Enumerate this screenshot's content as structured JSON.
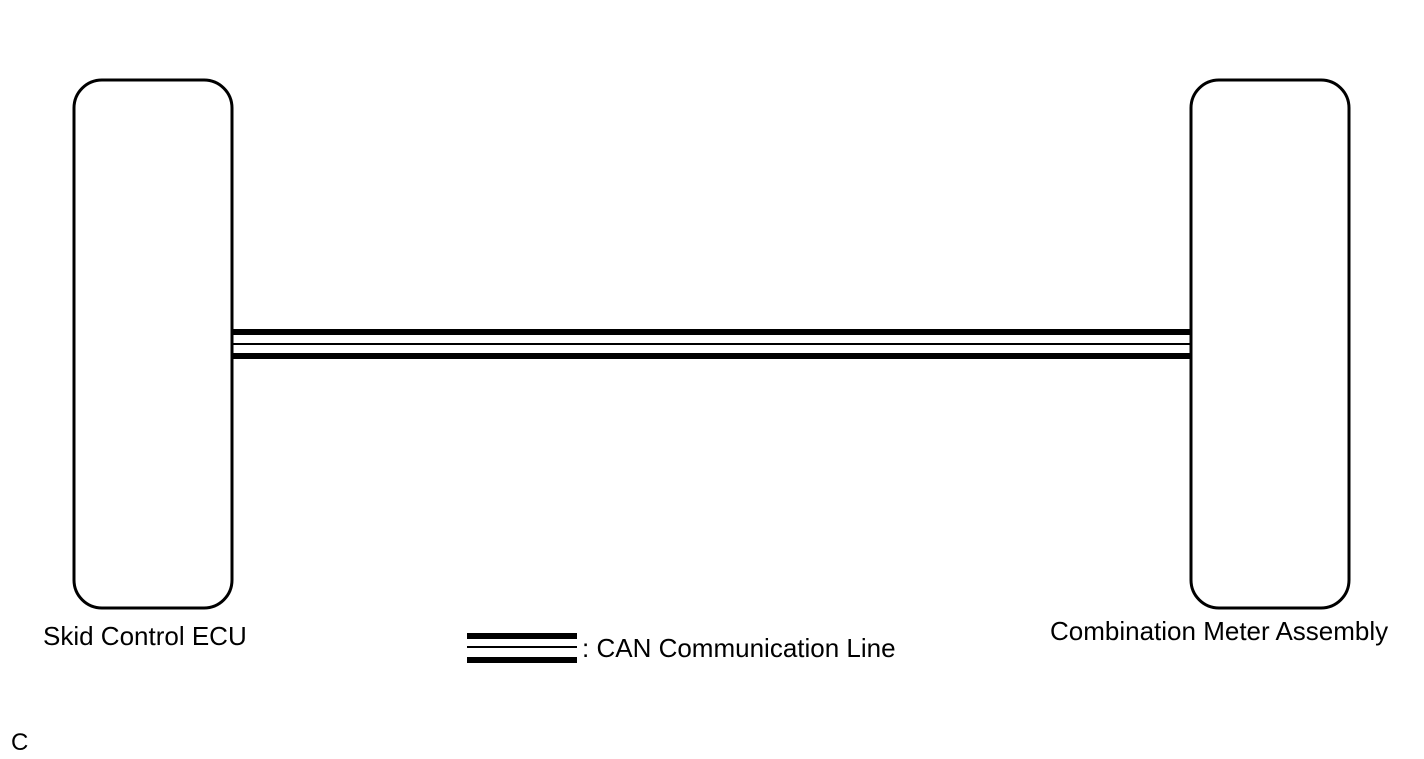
{
  "diagram": {
    "left_component": {
      "label": "Skid Control ECU"
    },
    "right_component": {
      "label": "Combination Meter Assembly"
    },
    "legend": {
      "text": ": CAN Communication Line"
    },
    "corner_label": "C"
  },
  "colors": {
    "line": "#000000",
    "background": "#ffffff"
  }
}
